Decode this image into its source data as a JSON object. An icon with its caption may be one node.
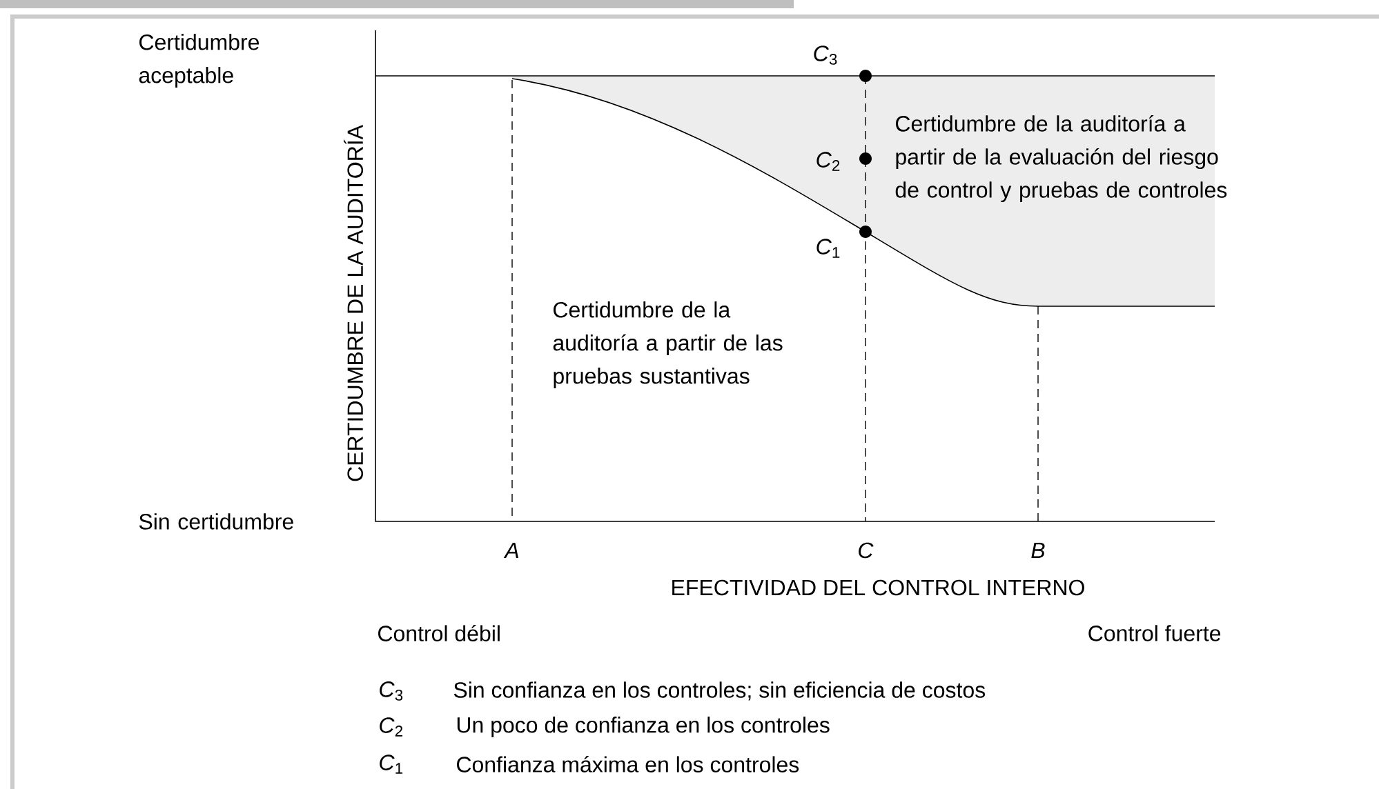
{
  "diagram": {
    "labels": [
      "Certidumbre aceptable",
      "*C*$_{3}$",
      "Certidumbre de la auditoría a partir de la evaluación del riesgo de control y pruebas de controles",
      "*C*$_{2}$",
      "*C*$_{1}$",
      "CERTIDUMBRE DE LA AUDITORÍA",
      "Certidumbre de la auditoría a partir de las pruebas sustantivas",
      "Sin certidumbre",
      "*A*",
      "*C*",
      "*B*",
      "EFECTIVIDAD DEL CONTROL INTERNO",
      "Control débil",
      "Control fuerte",
      "*C*$_{3}$",
      "Sin confianza en los controles; sin eficiencia de costos",
      "*C*$_{2}$",
      "Un poco de confianza en los controles",
      "*C*$_{1}$",
      "Confianza máxima en los controles"
    ]
  }
}
